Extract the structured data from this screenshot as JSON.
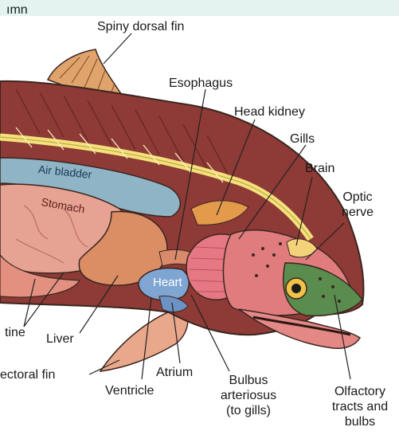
{
  "colors": {
    "top_band": "#e4f3ef",
    "body_outline": "#3b2620",
    "dorsal_muscle": "#8e3a36",
    "skin_green": "#6b8a55",
    "air_bladder": "#8fb4c6",
    "stomach": "#e6a292",
    "liver": "#db8d64",
    "heart": "#7fa6d3",
    "gills": "#e67883",
    "head_pink": "#e07c7e",
    "snout_green": "#5a8c4d",
    "fin": "#e0a36b",
    "leader_line": "#222222"
  },
  "labels": {
    "top_left_partial": "ımn",
    "spiny_dorsal_fin": "Spiny dorsal fin",
    "esophagus": "Esophagus",
    "head_kidney": "Head kidney",
    "gills": "Gills",
    "brain": "Brain",
    "optic_nerve": [
      "Optic",
      "nerve"
    ],
    "air_bladder": "Air bladder",
    "stomach": "Stomach",
    "heart": "Heart",
    "intestine_partial": "tine",
    "liver": "Liver",
    "pectoral_fin_partial": "ectoral fin",
    "atrium": "Atrium",
    "ventricle": "Ventricle",
    "bulbus_arteriosus": [
      "Bulbus",
      "arteriosus",
      "(to gills)"
    ],
    "olfactory": [
      "Olfactory",
      "tracts and",
      "bulbs"
    ]
  }
}
